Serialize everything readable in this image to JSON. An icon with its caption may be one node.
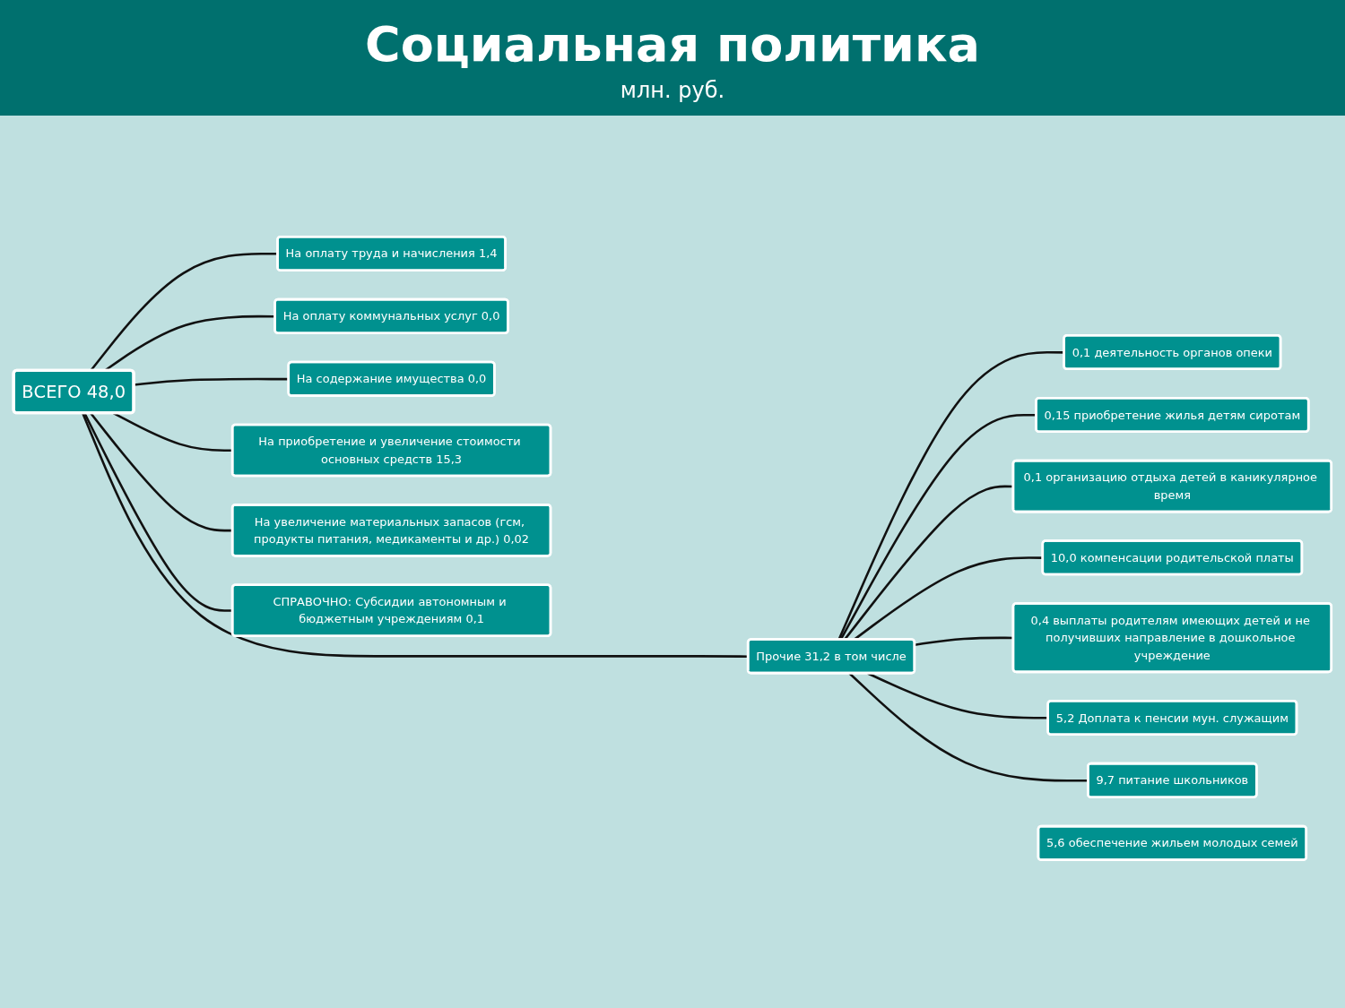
{
  "diagram": {
    "title": "Социальная политика",
    "nodes": [
      {
        "text": [
          "ВСЕГО 48,0"
        ]
      },
      {
        "text": [
          "На оплату труда и начисления 1,4"
        ]
      },
      {
        "text": [
          "На оплату коммунальных услуг 0,0"
        ]
      },
      {
        "text": [
          "На содержание имущества 0,0"
        ]
      },
      {
        "text": [
          "На приобретение и увеличение стоимости основных средств 15,3"
        ]
      },
      {
        "text": [
          "На увеличение материальных запасов (гсм, продукты питания, медикаменты и др.) 0,02"
        ]
      },
      {
        "text": [
          "Прочие 31,2 в том числе"
        ]
      },
      {
        "text": [
          "СПРАВОЧНО: Субсидии автономным и бюджетным учреждениям 0,1"
        ]
      },
      {
        "text": [
          "5,6 обеспечение жильем молодых семей"
        ]
      },
      {
        "text": [
          "0,1 деятельность органов опеки"
        ]
      },
      {
        "text": [
          "0,15 приобретение жилья детям сиротам"
        ]
      },
      {
        "text": [
          "0,1 организацию отдыха детей в каникулярное время"
        ]
      },
      {
        "text": [
          "10,0 компенсации родительской платы"
        ]
      },
      {
        "text": [
          "0,4 выплаты родителям имеющих детей и не получивших направление в дошкольное учреждение"
        ]
      },
      {
        "text": [
          "5,2 Доплата к пенсии мун. служащим"
        ]
      },
      {
        "text": [
          "9,7 питание школьников"
        ]
      }
    ],
    "edges": [
      {
        "from": 0,
        "to": 1,
        "arrow": "none"
      },
      {
        "from": 0,
        "to": 2,
        "arrow": "none"
      },
      {
        "from": 0,
        "to": 3,
        "arrow": "none"
      },
      {
        "from": 0,
        "to": 4,
        "arrow": "none"
      },
      {
        "from": 0,
        "to": 5,
        "arrow": "none"
      },
      {
        "from": 0,
        "to": 6,
        "arrow": "none"
      },
      {
        "from": 0,
        "to": 7,
        "arrow": "none"
      },
      {
        "from": 6,
        "to": 9,
        "arrow": "none"
      },
      {
        "from": 6,
        "to": 10,
        "arrow": "none"
      },
      {
        "from": 6,
        "to": 11,
        "arrow": "none"
      },
      {
        "from": 6,
        "to": 12,
        "arrow": "none"
      },
      {
        "from": 6,
        "to": 13,
        "arrow": "none"
      },
      {
        "from": 6,
        "to": 14,
        "arrow": "none"
      },
      {
        "from": 6,
        "to": 15,
        "arrow": "none"
      }
    ],
    "labels": [
      "млн. руб."
    ]
  }
}
